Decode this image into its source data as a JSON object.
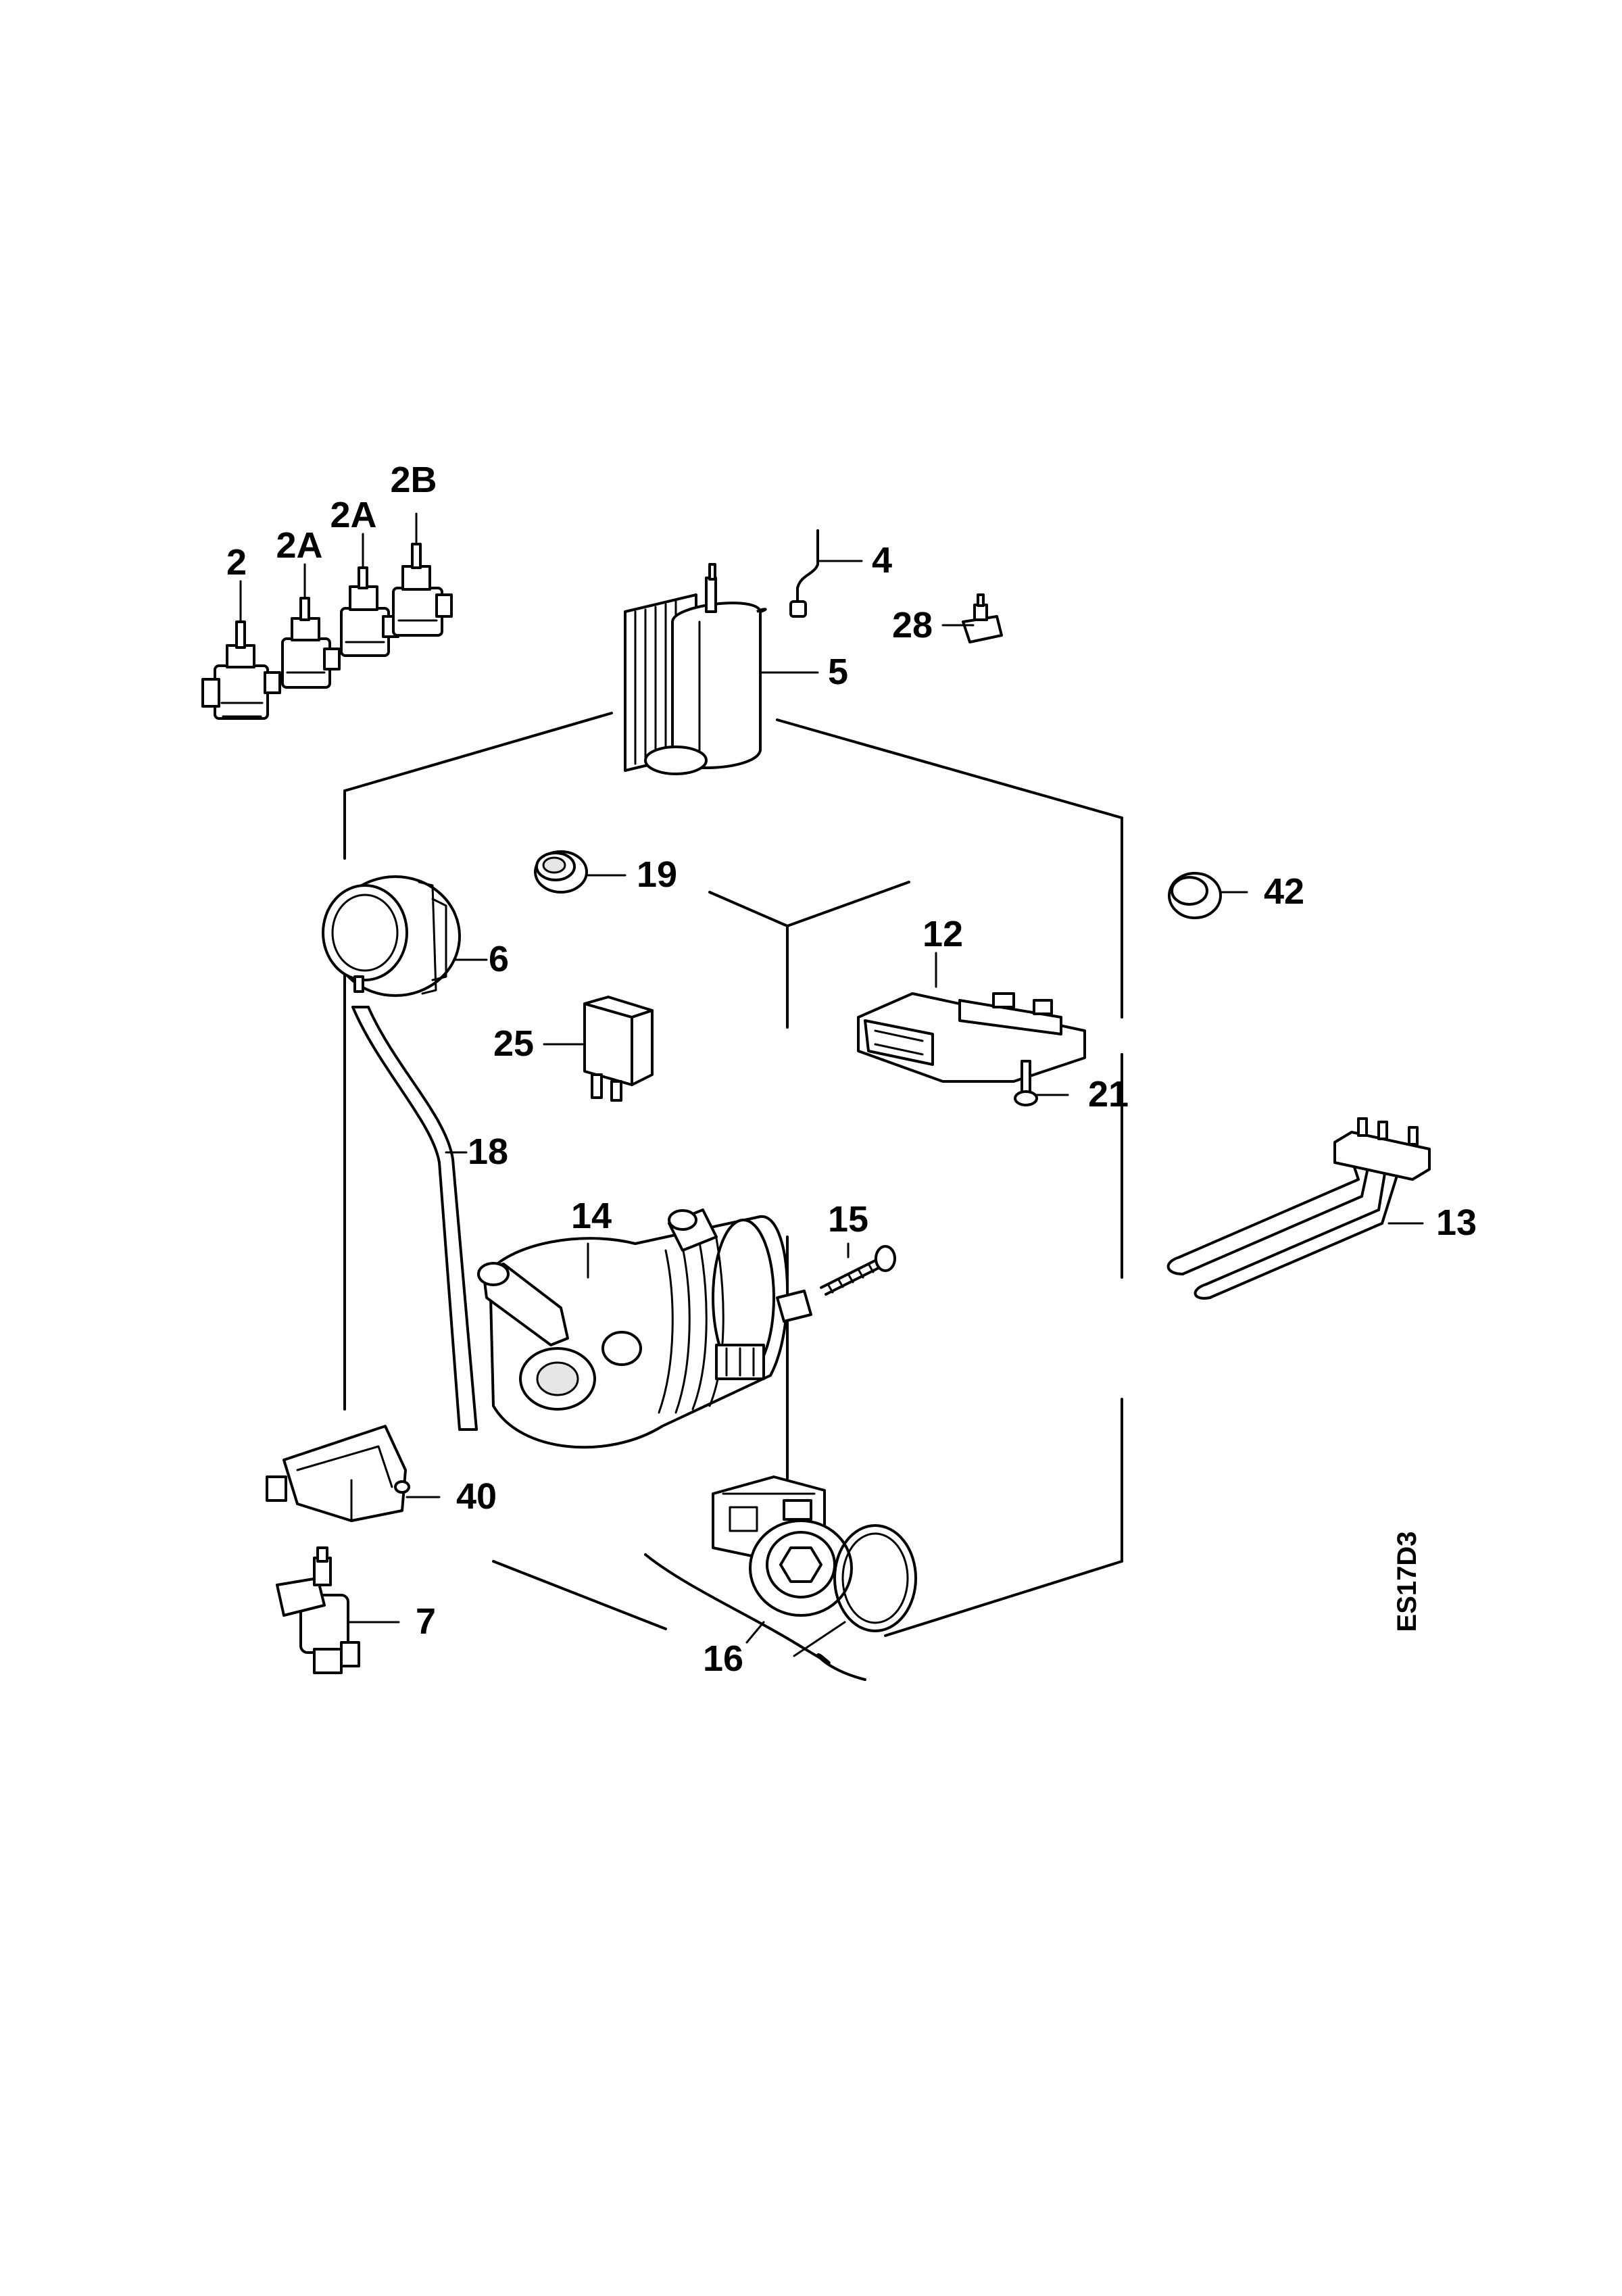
{
  "callouts": {
    "c2": "2",
    "c2a_1": "2A",
    "c2a_2": "2A",
    "c2b": "2B",
    "c4": "4",
    "c28": "28",
    "c5": "5",
    "c19": "19",
    "c42": "42",
    "c6": "6",
    "c12": "12",
    "c25": "25",
    "c21": "21",
    "c18": "18",
    "c14": "14",
    "c15": "15",
    "c13": "13",
    "c40": "40",
    "c7": "7",
    "c16": "16"
  },
  "drawing_code": "ES17D3"
}
